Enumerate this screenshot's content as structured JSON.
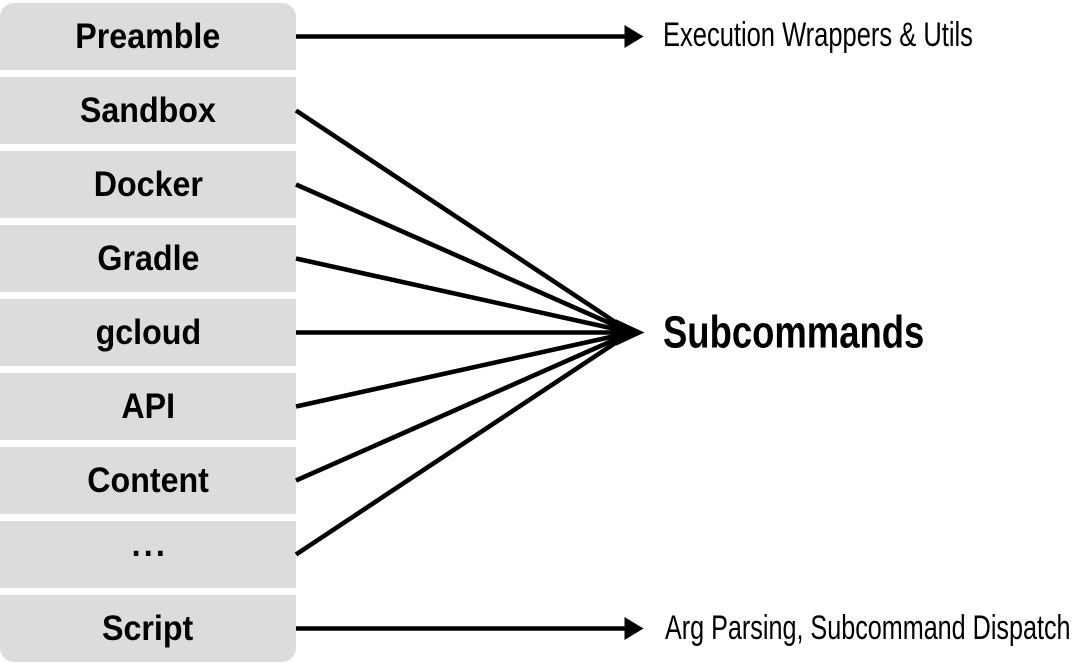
{
  "diagram": {
    "description": "Script architecture diagram: left column of module boxes connected by arrows to right-hand labels",
    "source_boxes": [
      {
        "id": "preamble",
        "label": "Preamble",
        "connects_to": "execution-wrappers"
      },
      {
        "id": "sandbox",
        "label": "Sandbox",
        "connects_to": "subcommands"
      },
      {
        "id": "docker",
        "label": "Docker",
        "connects_to": "subcommands"
      },
      {
        "id": "gradle",
        "label": "Gradle",
        "connects_to": "subcommands"
      },
      {
        "id": "gcloud",
        "label": "gcloud",
        "connects_to": "subcommands"
      },
      {
        "id": "api",
        "label": "API",
        "connects_to": "subcommands"
      },
      {
        "id": "content",
        "label": "Content",
        "connects_to": "subcommands"
      },
      {
        "id": "ellipsis",
        "label": "...",
        "connects_to": "subcommands"
      },
      {
        "id": "script",
        "label": "Script",
        "connects_to": "arg-parsing"
      }
    ],
    "targets": [
      {
        "id": "execution-wrappers",
        "label": "Execution Wrappers & Utils",
        "emphasis": "normal"
      },
      {
        "id": "subcommands",
        "label": "Subcommands",
        "emphasis": "bold"
      },
      {
        "id": "arg-parsing",
        "label": "Arg Parsing, Subcommand Dispatch",
        "emphasis": "normal"
      }
    ],
    "colors": {
      "box_fill": "#dadcdd",
      "line": "#000000",
      "text": "#000000",
      "background": "#ffffff"
    }
  }
}
